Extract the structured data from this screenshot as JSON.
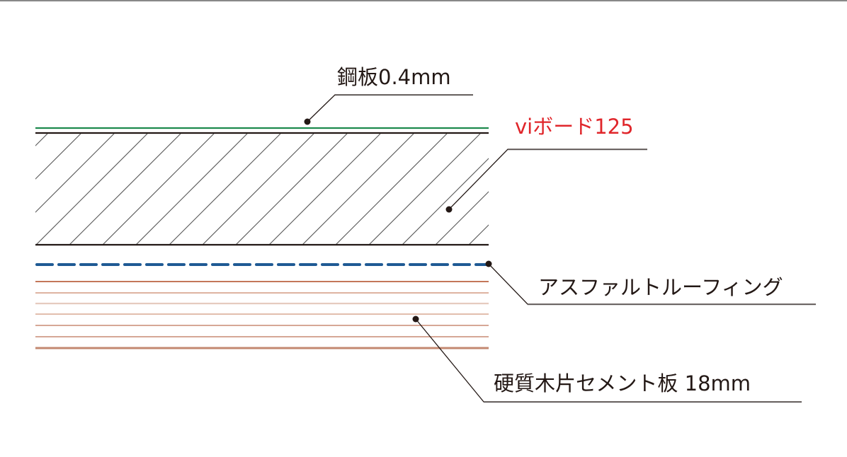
{
  "diagram": {
    "type": "roof cross-section layer diagram",
    "colors": {
      "steel_sheet": "#1e8a4e",
      "outline": "#231815",
      "hatch": "#555555",
      "asphalt_roofing": "#1f5a94",
      "cement_board_lines": [
        "#b04a24",
        "#d39a82",
        "#e6cbbf",
        "#d9a892",
        "#c98a73",
        "#c98a73",
        "#c38870"
      ],
      "highlight_label": "#e0262b",
      "leader": "#231815",
      "frame_border": "#888888"
    },
    "layers": [
      {
        "id": "steel",
        "label": "鋼板0.4mm"
      },
      {
        "id": "vi-board",
        "label": "viボード125"
      },
      {
        "id": "asphalt",
        "label": "アスファルトルーフィング"
      },
      {
        "id": "cement-board",
        "label": "硬質木片セメント板 18mm"
      }
    ]
  }
}
